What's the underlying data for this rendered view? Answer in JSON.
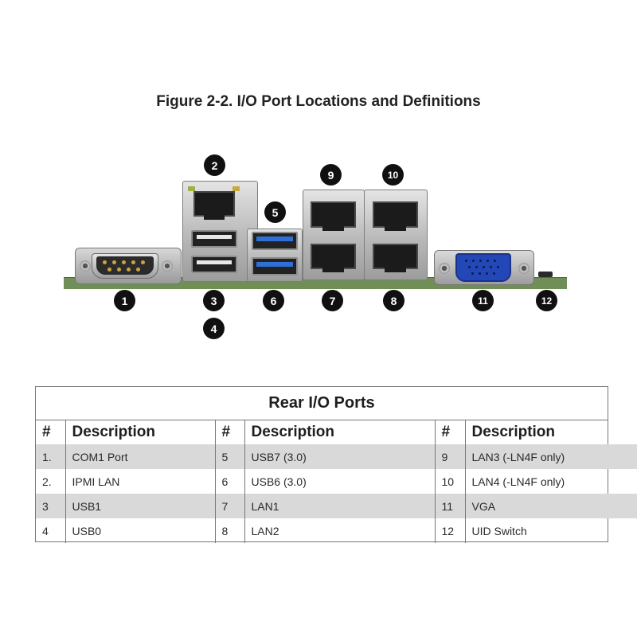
{
  "figure_title": "Figure 2-2. I/O Port Locations and Definitions",
  "callouts": {
    "c1": "1",
    "c2": "2",
    "c3": "3",
    "c4": "4",
    "c5": "5",
    "c6": "6",
    "c7": "7",
    "c8": "8",
    "c9": "9",
    "c10": "10",
    "c11": "11",
    "c12": "12"
  },
  "colors": {
    "usb3_blue": "#2f6fd6",
    "vga_blue": "#2447b8",
    "board_green": "#6f8f57"
  },
  "table": {
    "title": "Rear I/O Ports",
    "headers": [
      "#",
      "Description",
      "#",
      "Description",
      "#",
      "Description"
    ],
    "rows": [
      [
        "1.",
        "COM1 Port",
        "5",
        "USB7 (3.0)",
        "9",
        "LAN3 (-LN4F only)"
      ],
      [
        "2.",
        "IPMI LAN",
        "6",
        "USB6 (3.0)",
        "10",
        "LAN4 (-LN4F only)"
      ],
      [
        "3",
        "USB1",
        "7",
        "LAN1",
        "11",
        "VGA"
      ],
      [
        "4",
        "USB0",
        "8",
        "LAN2",
        "12",
        "UID Switch"
      ]
    ]
  }
}
